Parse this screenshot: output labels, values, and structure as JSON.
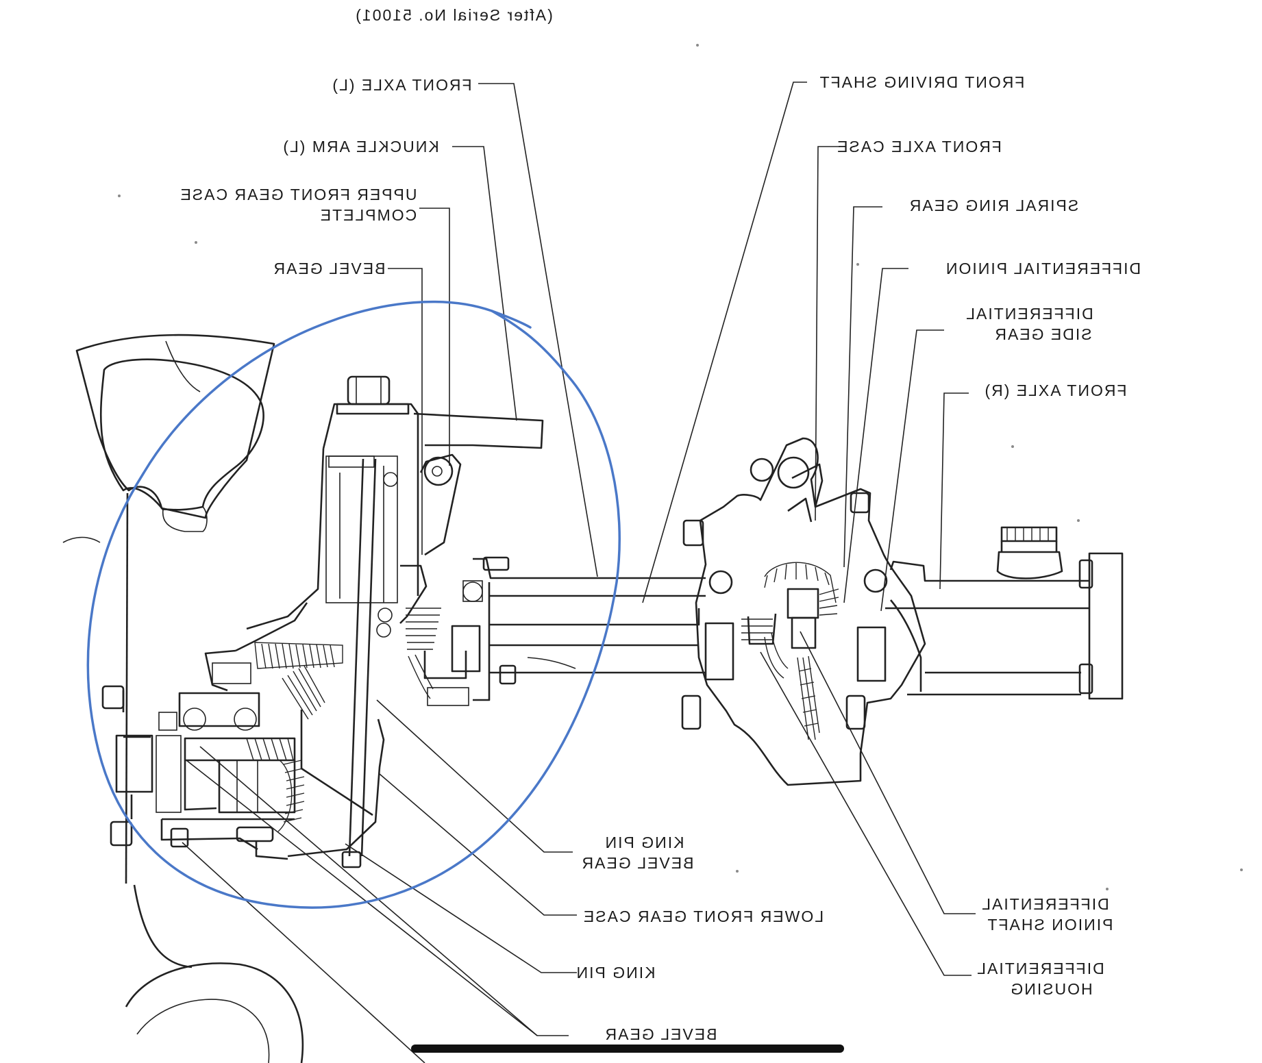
{
  "header": {
    "serial_note": "(After Serial No. 51001)"
  },
  "labels": {
    "front_axle_l": "FRONT AXLE (L)",
    "knuckle_arm_l": "KNUCKLE ARM (L)",
    "upper_front_gear_case_1": "UPPER FRONT GEAR CASE",
    "upper_front_gear_case_2": "COMPLETE",
    "bevel_gear_top": "BEVEL GEAR",
    "front_driving_shaft": "FRONT DRIVING SHAFT",
    "front_axle_case": "FRONT AXLE CASE",
    "spiral_ring_gear": "SPIRAL RING GEAR",
    "differential_pinion": "DIFFERENTIAL PINION",
    "differential_side_gear_1": "DIFFERENTIAL",
    "differential_side_gear_2": "SIDE GEAR",
    "front_axle_r": "FRONT AXLE (R)",
    "king_pin_bevel_gear_1": "KING PIN",
    "king_pin_bevel_gear_2": "BEVEL GEAR",
    "lower_front_gear_case": "LOWER FRONT GEAR CASE",
    "king_pin": "KING PIN",
    "bevel_gear_bottom": "BEVEL GEAR",
    "differential_pinion_shaft_1": "DIFFERENTIAL",
    "differential_pinion_shaft_2": "PINION SHAFT",
    "differential_housing_1": "DIFFERENTIAL",
    "differential_housing_2": "HOUSING"
  },
  "colors": {
    "annotation": "#4a78c8",
    "ink": "#222222"
  }
}
